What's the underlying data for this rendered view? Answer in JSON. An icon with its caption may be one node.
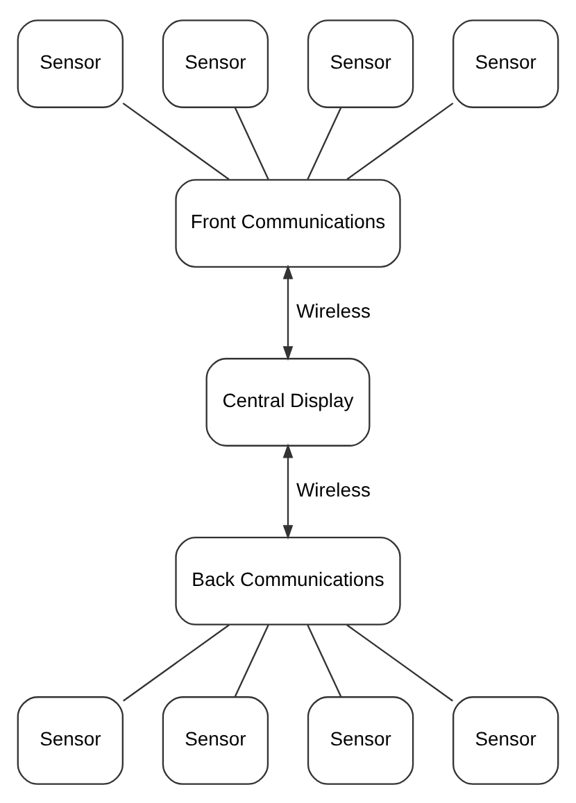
{
  "diagram": {
    "nodes": [
      {
        "text": [
          "Sensor"
        ]
      },
      {
        "text": [
          "Sensor"
        ]
      },
      {
        "text": [
          "Sensor"
        ]
      },
      {
        "text": [
          "Sensor"
        ]
      },
      {
        "text": [
          "Front Communications"
        ]
      },
      {
        "text": [
          "Central Display"
        ]
      },
      {
        "text": [
          "Back Communications"
        ]
      },
      {
        "text": [
          "Sensor"
        ]
      },
      {
        "text": [
          "Sensor"
        ]
      },
      {
        "text": [
          "Sensor"
        ]
      },
      {
        "text": [
          "Sensor"
        ]
      }
    ],
    "edges": [
      {
        "from": 0,
        "to": 4,
        "arrow": "none"
      },
      {
        "from": 1,
        "to": 4,
        "arrow": "none"
      },
      {
        "from": 2,
        "to": 4,
        "arrow": "none"
      },
      {
        "from": 3,
        "to": 4,
        "arrow": "none"
      },
      {
        "from": 4,
        "to": 5,
        "arrow": "both",
        "label": "Wireless"
      },
      {
        "from": 5,
        "to": 6,
        "arrow": "both",
        "label": "Wireless"
      },
      {
        "from": 6,
        "to": 7,
        "arrow": "none"
      },
      {
        "from": 6,
        "to": 8,
        "arrow": "none"
      },
      {
        "from": 6,
        "to": 9,
        "arrow": "none"
      },
      {
        "from": 6,
        "to": 10,
        "arrow": "none"
      }
    ]
  }
}
